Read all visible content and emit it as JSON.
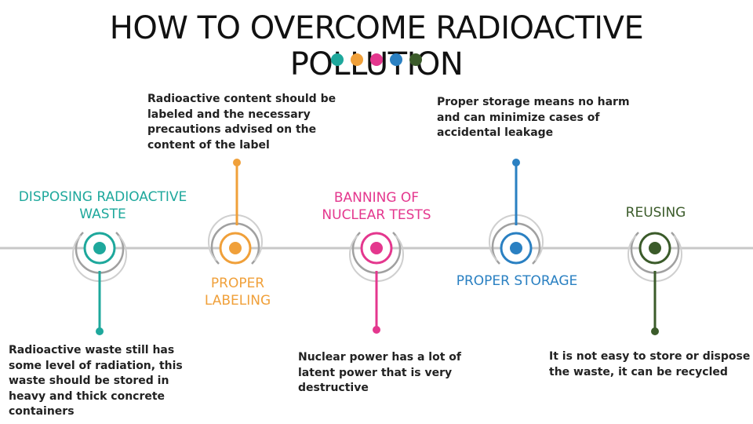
{
  "title": {
    "line1": "HOW TO OVERCOME RADIOACTIVE",
    "line2": "POLLUTION"
  },
  "colors": {
    "teal": "#1ea89c",
    "orange": "#f0a03a",
    "pink": "#e4378e",
    "blue": "#2a80c2",
    "green": "#3b5b2a",
    "timeline": "#c8c8c8",
    "arc": "#9a9a9a"
  },
  "steps": [
    {
      "label": "DISPOSING RADIOACTIVE WASTE",
      "description": "Radioactive waste still has some level of radiation, this waste should be stored in heavy and thick concrete containers",
      "color": "#1ea89c"
    },
    {
      "label": "PROPER LABELING",
      "description": "Radioactive content should be labeled and the necessary precautions advised on the content of the label",
      "color": "#f0a03a"
    },
    {
      "label": "BANNING OF NUCLEAR TESTS",
      "description": "Nuclear power has a lot of latent power that is very destructive",
      "color": "#e4378e"
    },
    {
      "label": "PROPER STORAGE",
      "description": "Proper storage means no harm and can minimize cases of accidental leakage",
      "color": "#2a80c2"
    },
    {
      "label": "REUSING",
      "description": "It is not easy to store or dispose the waste, it can be recycled",
      "color": "#3b5b2a"
    }
  ]
}
